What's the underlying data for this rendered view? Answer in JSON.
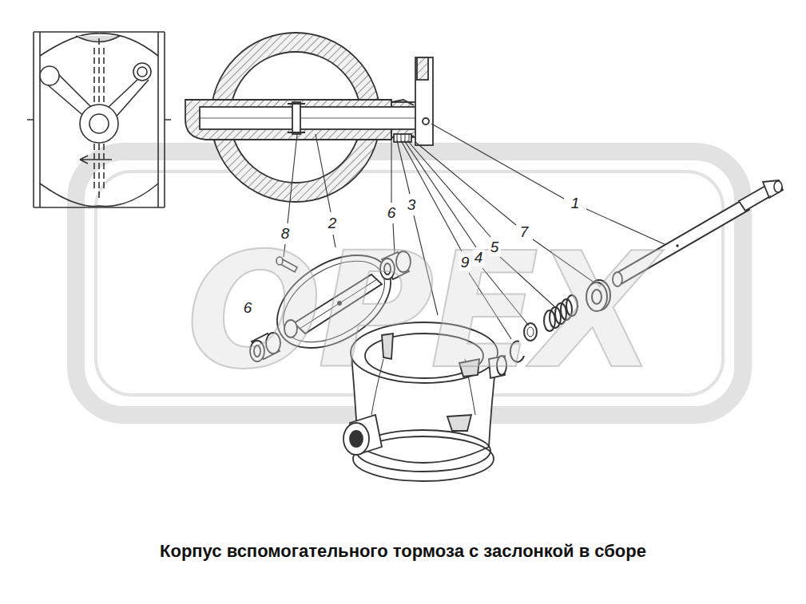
{
  "diagram": {
    "caption": "Корпус вспомогательного тормоза с заслонкой в сборе",
    "labels": [
      "1",
      "2",
      "3",
      "4",
      "5",
      "6",
      "6",
      "7",
      "8",
      "9",
      "OPEX"
    ]
  }
}
